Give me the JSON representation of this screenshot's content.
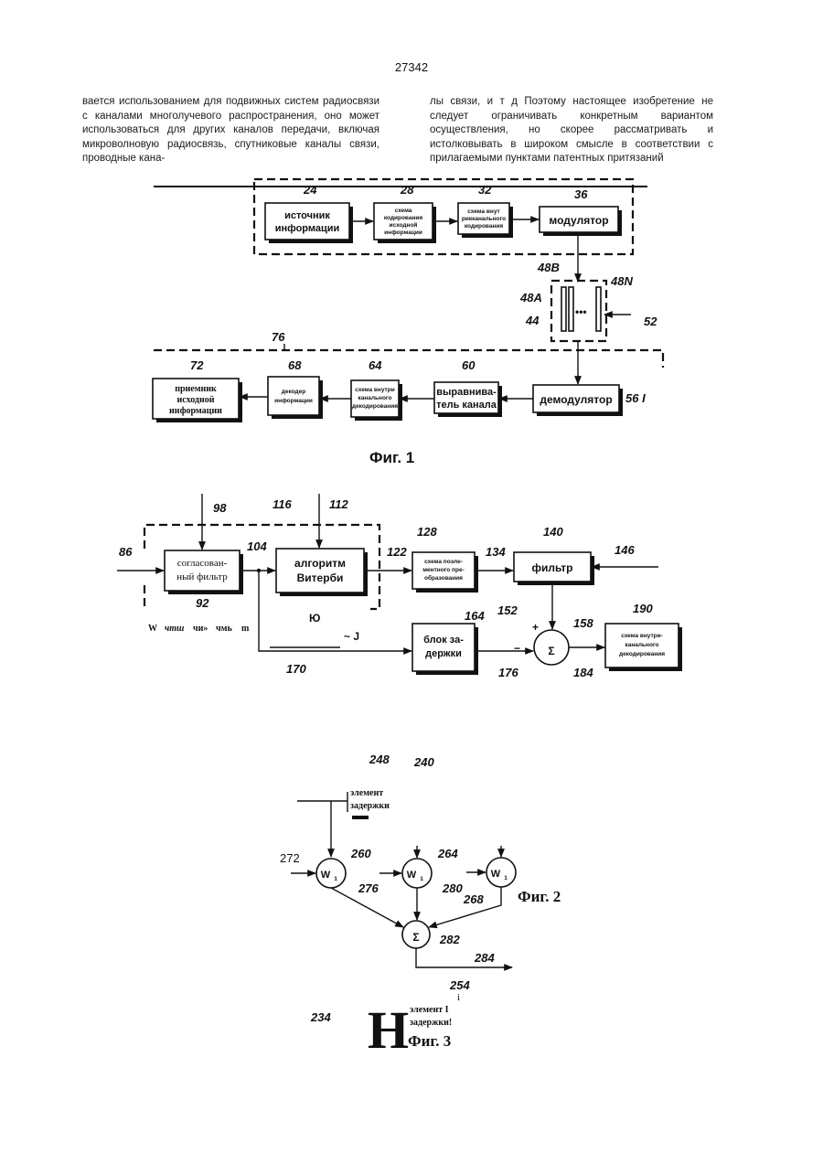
{
  "page_number": "27342",
  "text": {
    "left_column": "вается использованием для подвижных систем радиосвязи с каналами многолучевого распространения, оно может использоваться для других каналов передачи, включая микроволновую радиосвязь, спутниковые каналы связи, проводные кана-",
    "right_column": "лы связи, и т д Поэтому настоящее изобретение не следует ограничивать конкретным вариантом осуществления, но скорее рассматривать и истолковывать в широком смысле в соответствии с прилагаемыми пунктами патентных притязаний"
  },
  "fig1": {
    "caption": "Фиг. 1",
    "blocks": {
      "source": [
        "источник",
        "информации"
      ],
      "coding": [
        "схема",
        "кодирования",
        "исходной",
        "информации"
      ],
      "inner_coding": [
        "схема внут",
        "рикканального",
        "кодирования"
      ],
      "modulator": "модулятор",
      "receiver": [
        "приемник",
        "исходной",
        "информации"
      ],
      "decoder": [
        "декодер",
        "информации"
      ],
      "inner_decoding": [
        "схема внутри",
        "канального",
        "декодирования"
      ],
      "equalizer": [
        "выравнива-",
        "тель канала"
      ],
      "demodulator": "демодулятор"
    },
    "refs": {
      "r24": "24",
      "r28": "28",
      "r32": "32",
      "r36": "36",
      "r48b": "48B",
      "r48n": "48N",
      "r48a": "48A",
      "r44": "44",
      "r52": "52",
      "r76": "76",
      "r72": "72",
      "r68": "68",
      "r64": "64",
      "r60": "60",
      "r56": "56 I"
    }
  },
  "fig2": {
    "blocks": {
      "matched_filter": [
        "согласован-",
        "ный фильтр"
      ],
      "viterbi": [
        "алгоритм",
        "Витерби"
      ],
      "element_transform": [
        "схема поэле-",
        "ментного пре-",
        "образования"
      ],
      "filter": "фильтр",
      "delay": [
        "блок за-",
        "держки"
      ],
      "inner_decoding": [
        "схема внутри-",
        "канального",
        "декодирования"
      ]
    },
    "sum_symbol": "Σ",
    "plus": "+",
    "minus": "−",
    "garble_o": "Ю",
    "garble_j": "~ J",
    "garble_line": [
      "W",
      "чтш",
      "чи»",
      "чмь",
      "m"
    ],
    "refs": {
      "r86": "86",
      "r98": "98",
      "r116": "116",
      "r112": "112",
      "r104": "104",
      "r122": "122",
      "r128": "128",
      "r134": "134",
      "r140": "140",
      "r146": "146",
      "r92": "92",
      "r152": "152",
      "r164": "164",
      "r158": "158",
      "r190": "190",
      "r170": "170",
      "r176": "176",
      "r184": "184"
    }
  },
  "fig3": {
    "caption_fig2": "Фиг. 2",
    "caption_fig3": "Фиг. 3",
    "delay_top": [
      "элемент",
      "задержки"
    ],
    "delay_bottom": [
      "элемент I",
      "задержки!"
    ],
    "weight": "W",
    "weight_sub": "1",
    "sum_symbol": "Σ",
    "big_letter": "Н",
    "refs": {
      "r248": "248",
      "r240": "240",
      "r272": "272",
      "r260": "260",
      "r264": "264",
      "r276": "276",
      "r280": "280",
      "r268": "268",
      "r282": "282",
      "r284": "284",
      "r254": "254",
      "r254_mark": "i",
      "r234": "234"
    }
  }
}
